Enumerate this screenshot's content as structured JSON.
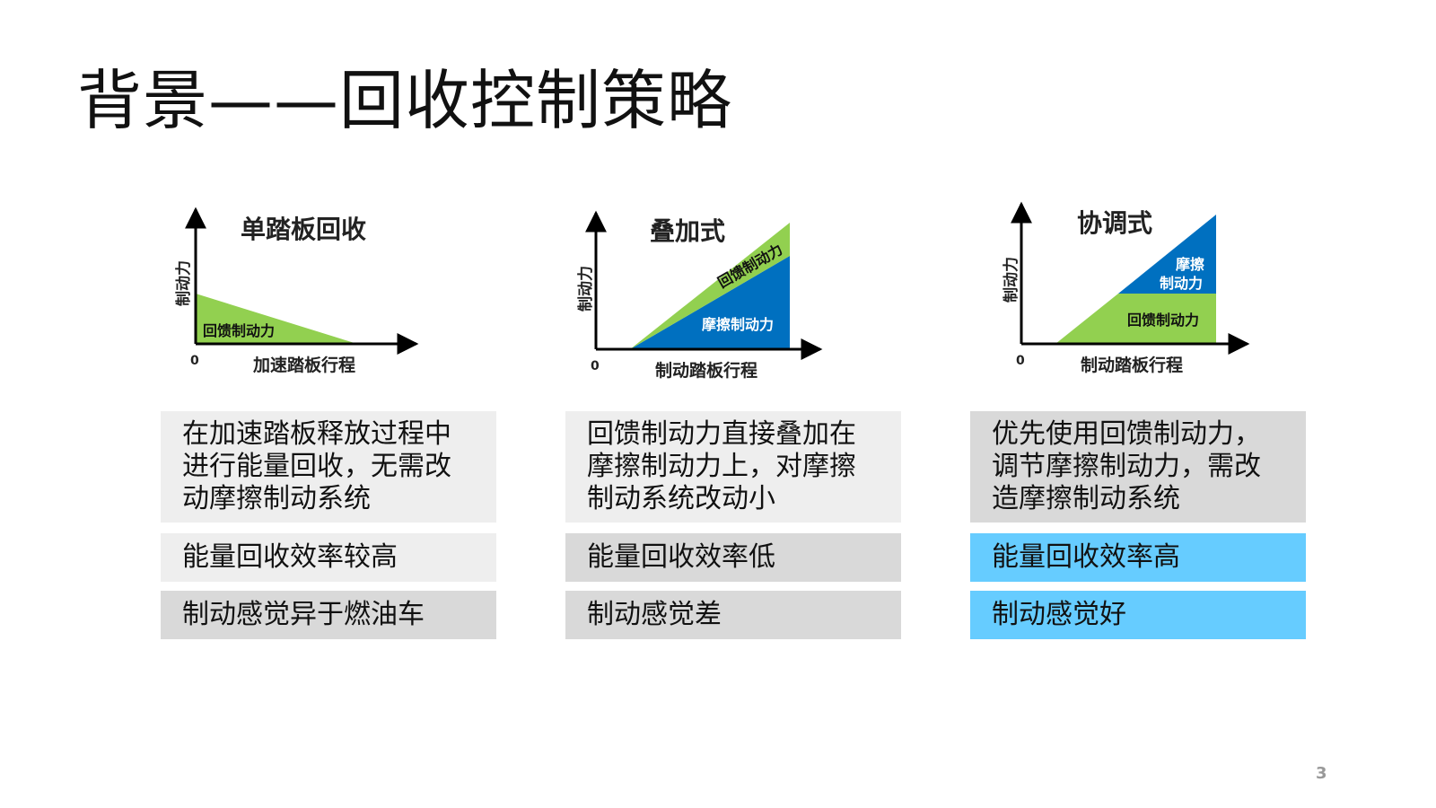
{
  "title": "背景——回收控制策略",
  "page_number": "3",
  "colors": {
    "green": "#92D050",
    "blue": "#0070C0",
    "light_gray": "#EEEEEE",
    "mid_gray": "#D9D9D9",
    "highlight_blue": "#66CCFF"
  },
  "columns": [
    {
      "diagram": {
        "title": "单踏板回收",
        "y_label": "制动力",
        "x_label": "加速踏板行程",
        "origin": "0",
        "regen_label": "回馈制动力"
      },
      "description": "在加速踏板释放过程中进行能量回收，无需改动摩擦制动系统",
      "efficiency": "能量回收效率较高",
      "feel": "制动感觉异于燃油车"
    },
    {
      "diagram": {
        "title": "叠加式",
        "y_label": "制动力",
        "x_label": "制动踏板行程",
        "origin": "0",
        "regen_label": "回馈制动力",
        "friction_label": "摩擦制动力"
      },
      "description": "回馈制动力直接叠加在摩擦制动力上，对摩擦制动系统改动小",
      "efficiency": "能量回收效率低",
      "feel": "制动感觉差"
    },
    {
      "diagram": {
        "title": "协调式",
        "y_label": "制动力",
        "x_label": "制动踏板行程",
        "origin": "0",
        "regen_label": "回馈制动力",
        "friction_label_line1": "摩擦",
        "friction_label_line2": "制动力"
      },
      "description": "优先使用回馈制动力，调节摩擦制动力，需改造摩擦制动系统",
      "efficiency": "能量回收效率高",
      "feel": "制动感觉好"
    }
  ]
}
